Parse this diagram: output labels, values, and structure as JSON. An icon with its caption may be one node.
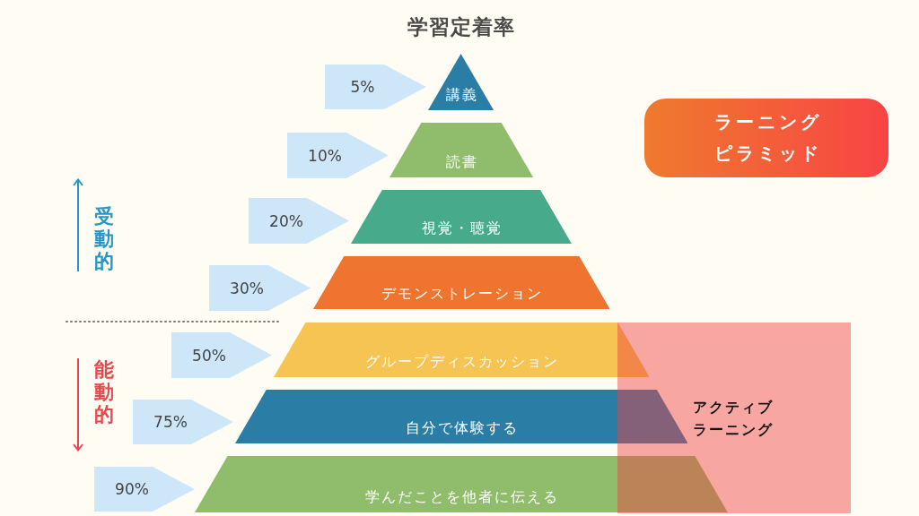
{
  "diagram": {
    "title": "学習定着率",
    "nodes": [
      {
        "text": [
          "5%"
        ]
      },
      {
        "text": [
          "講義"
        ]
      },
      {
        "text": [
          "ラーニングピラミッド"
        ]
      },
      {
        "text": [
          "10%"
        ]
      },
      {
        "text": [
          "読書"
        ]
      },
      {
        "text": [
          "20%"
        ]
      },
      {
        "text": [
          "視覚・聴覚"
        ]
      },
      {
        "text": [
          "30%"
        ]
      },
      {
        "text": [
          "デモンストレーション"
        ]
      },
      {
        "text": [
          "50%"
        ]
      },
      {
        "text": [
          "グループディスカッション"
        ]
      },
      {
        "text": [
          "アクティブラーニング"
        ]
      },
      {
        "text": [
          "75%"
        ]
      },
      {
        "text": [
          "自分で体験する"
        ]
      },
      {
        "text": [
          "90%"
        ]
      },
      {
        "text": [
          "学んだことを他者に伝える"
        ]
      }
    ],
    "labels": [
      "受動的",
      "能動的"
    ]
  }
}
